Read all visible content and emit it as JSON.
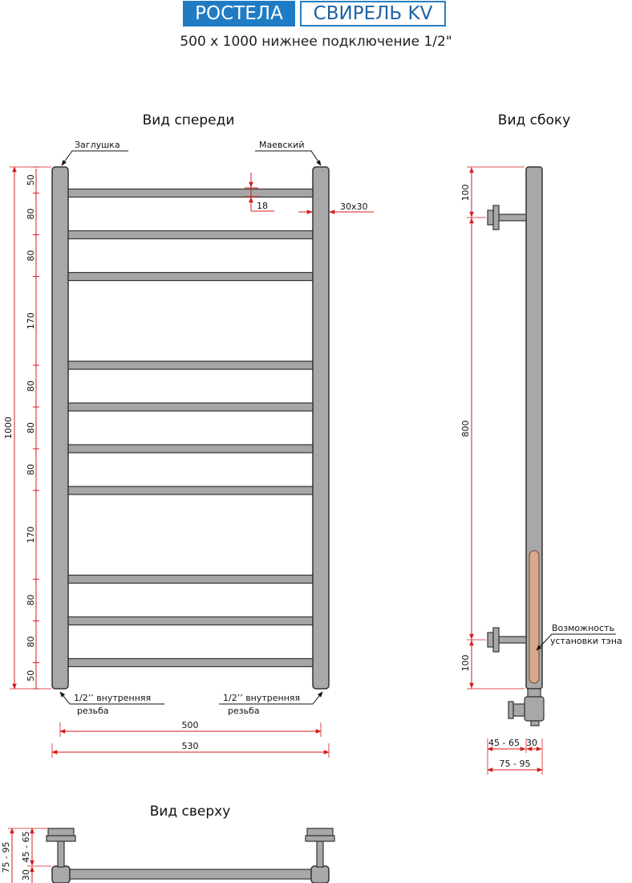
{
  "header": {
    "brand": "РОСТЕЛА",
    "model": "СВИРЕЛЬ KV",
    "subtitle": "500 x 1000 нижнее подключение 1/2\""
  },
  "front_view": {
    "title": "Вид спереди",
    "label_plug": "Заглушка",
    "label_mayevsky": "Маевский",
    "rung_spacings": [
      "50",
      "80",
      "80",
      "170",
      "80",
      "80",
      "80",
      "170",
      "80",
      "80",
      "50"
    ],
    "total_height": "1000",
    "rung_diameter": "18",
    "post_section": "30x30",
    "thread_left_line1": "1/2’’ внутренняя",
    "thread_left_line2": "резьба",
    "thread_right_line1": "1/2’’ внутренняя",
    "thread_right_line2": "резьба",
    "width_inner": "500",
    "width_outer": "530"
  },
  "side_view": {
    "title": "Вид сбоку",
    "dim_top": "100",
    "dim_middle": "800",
    "dim_bottom": "100",
    "heater_note_line1": "Возможность",
    "heater_note_line2": "установки тэна",
    "dim_offset": "45 - 65",
    "dim_post": "30",
    "dim_depth": "75 - 95"
  },
  "top_view": {
    "title": "Вид сверху",
    "dim_depth": "75 - 95",
    "dim_post": "30",
    "dim_offset": "45 - 65"
  },
  "colors": {
    "metal": "#a6a6a6",
    "dimension": "#d41c1c",
    "brand_blue": "#1f7cc4",
    "heater": "#d9a98c"
  }
}
